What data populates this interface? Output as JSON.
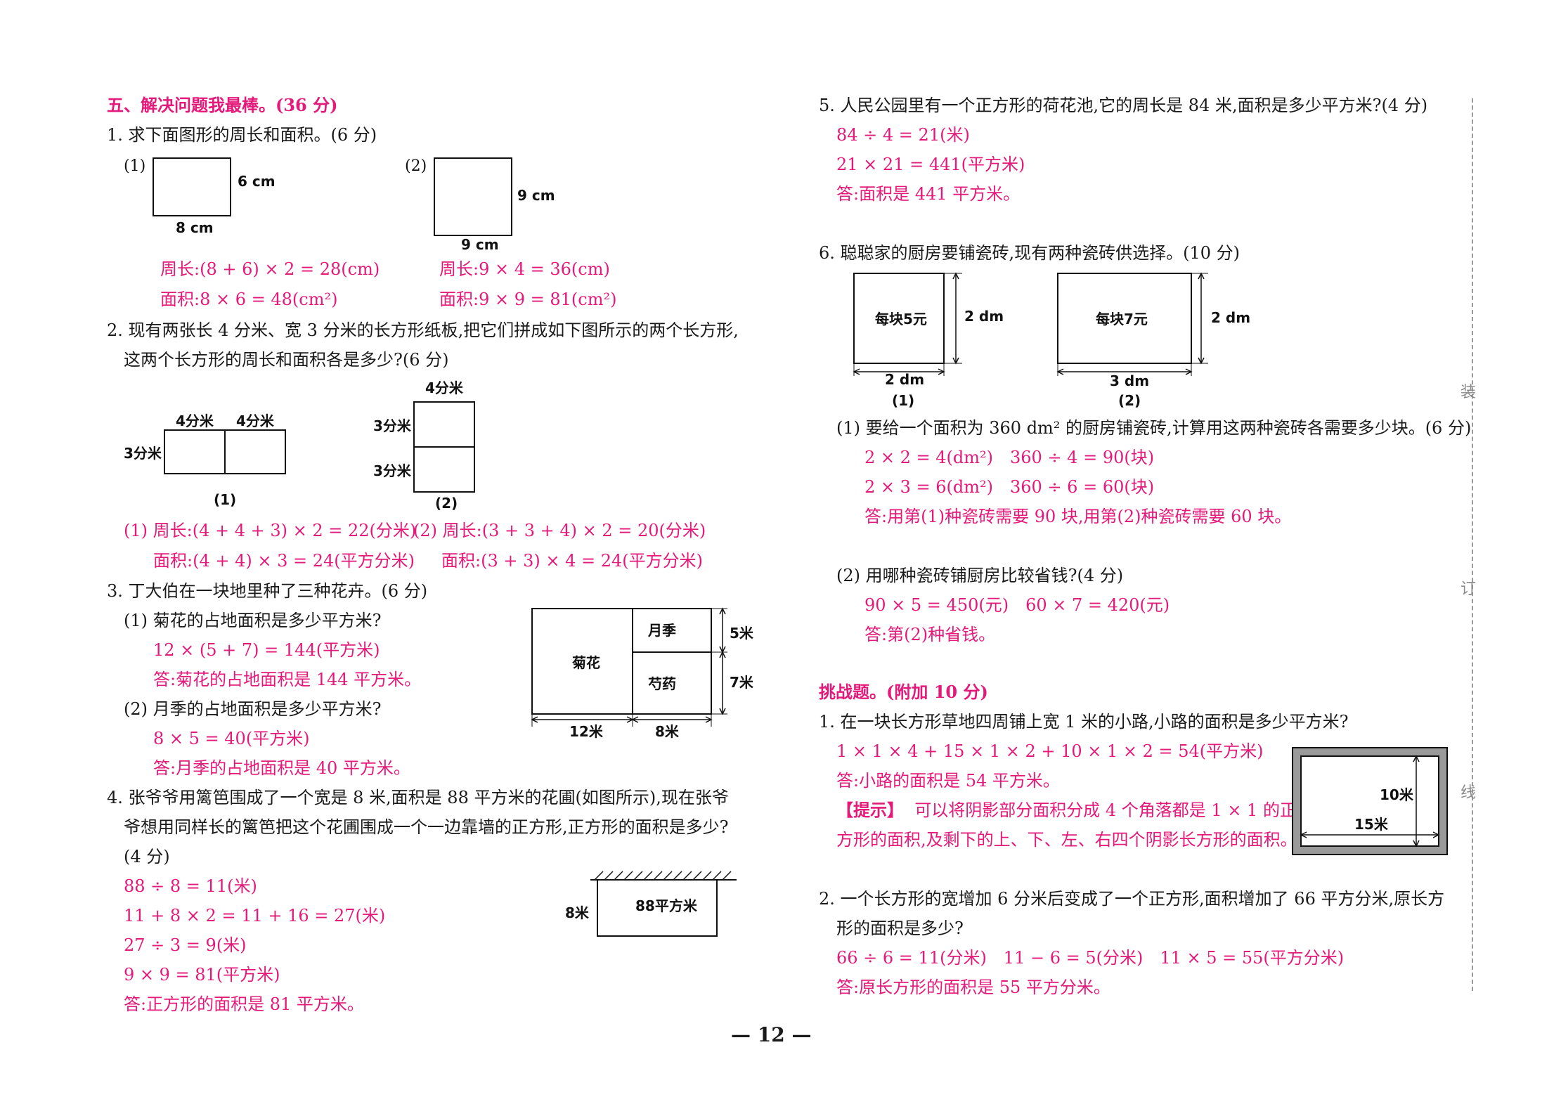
{
  "left": {
    "section_title": "五、解决问题我最棒。(36 分)",
    "q1": {
      "text": "1. 求下面图形的周长和面积。(6 分)",
      "fig1": {
        "label": "(1)",
        "side": "6 cm",
        "bottom": "8 cm"
      },
      "fig2": {
        "label": "(2)",
        "side": "9 cm",
        "bottom": "9 cm"
      },
      "ans1_perimeter": "周长:(8 + 6) × 2 = 28(cm)",
      "ans1_area": "面积:8 × 6 = 48(cm²)",
      "ans2_perimeter": "周长:9 × 4 = 36(cm)",
      "ans2_area": "面积:9 × 9 = 81(cm²)"
    },
    "q2": {
      "text_line1": "2. 现有两张长 4 分米、宽 3 分米的长方形纸板,把它们拼成如下图所示的两个长方形,",
      "text_line2": "这两个长方形的周长和面积各是多少?(6 分)",
      "fig1": {
        "top_a": "4分米",
        "top_b": "4分米",
        "side": "3分米",
        "caption": "(1)"
      },
      "fig2": {
        "top": "4分米",
        "side_a": "3分米",
        "side_b": "3分米",
        "caption": "(2)"
      },
      "ans1_perimeter": "(1) 周长:(4 + 4 + 3) × 2 = 22(分米)",
      "ans1_area": "面积:(4 + 4) × 3 = 24(平方分米)",
      "ans2_perimeter": "(2) 周长:(3 + 3 + 4) × 2 = 20(分米)",
      "ans2_area": "面积:(3 + 3) × 4 = 24(平方分米)"
    },
    "q3": {
      "text": "3. 丁大伯在一块地里种了三种花卉。(6 分)",
      "sub1": "(1) 菊花的占地面积是多少平方米?",
      "sub1_calc": "12 × (5 + 7) = 144(平方米)",
      "sub1_answer": "答:菊花的占地面积是 144 平方米。",
      "sub2": "(2) 月季的占地面积是多少平方米?",
      "sub2_calc": "8 × 5 = 40(平方米)",
      "sub2_answer": "答:月季的占地面积是 40 平方米。",
      "fig": {
        "a": "菊花",
        "b": "月季",
        "c": "芍药",
        "h1": "5米",
        "h2": "7米",
        "w1": "12米",
        "w2": "8米"
      }
    },
    "q4": {
      "text_line1": "4. 张爷爷用篱笆围成了一个宽是 8 米,面积是 88 平方米的花圃(如图所示),现在张爷",
      "text_line2": "爷想用同样长的篱笆把这个花圃围成一个一边靠墙的正方形,正方形的面积是多少?",
      "text_line3": "(4 分)",
      "calc1": "88 ÷ 8 = 11(米)",
      "calc2": "11 + 8 × 2 = 11 + 16 = 27(米)",
      "calc3": "27 ÷ 3 = 9(米)",
      "calc4": "9 × 9 = 81(平方米)",
      "answer": "答:正方形的面积是 81 平方米。",
      "fig": {
        "side": "8米",
        "center": "88平方米"
      }
    }
  },
  "right": {
    "q5": {
      "text": "5. 人民公园里有一个正方形的荷花池,它的周长是 84 米,面积是多少平方米?(4 分)",
      "calc1": "84 ÷ 4 = 21(米)",
      "calc2": "21 × 21 = 441(平方米)",
      "answer": "答:面积是 441 平方米。"
    },
    "q6": {
      "text": "6. 聪聪家的厨房要铺瓷砖,现有两种瓷砖供选择。(10 分)",
      "fig1": {
        "price": "每块5元",
        "side": "2 dm",
        "bottom": "2 dm",
        "caption": "(1)"
      },
      "fig2": {
        "price": "每块7元",
        "side": "2 dm",
        "bottom": "3 dm",
        "caption": "(2)"
      },
      "sub1": "(1) 要给一个面积为 360 dm² 的厨房铺瓷砖,计算用这两种瓷砖各需要多少块。(6 分)",
      "sub1_calc1": "2 × 2 = 4(dm²)　360 ÷ 4 = 90(块)",
      "sub1_calc2": "2 × 3 = 6(dm²)　360 ÷ 6 = 60(块)",
      "sub1_answer": "答:用第(1)种瓷砖需要 90 块,用第(2)种瓷砖需要 60 块。",
      "sub2": "(2) 用哪种瓷砖铺厨房比较省钱?(4 分)",
      "sub2_calc": "90 × 5 = 450(元)　60 × 7 = 420(元)",
      "sub2_answer": "答:第(2)种省钱。"
    },
    "challenge": {
      "title": "挑战题。(附加 10 分)",
      "c1": {
        "text": "1. 在一块长方形草地四周铺上宽 1 米的小路,小路的面积是多少平方米?",
        "calc": "1 × 1 × 4 + 15 × 1 × 2 + 10 × 1 × 2 = 54(平方米)",
        "answer": "答:小路的面积是 54 平方米。",
        "hint_tag": "【提示】",
        "hint_line1": "可以将阴影部分面积分成 4 个角落都是 1 × 1 的正",
        "hint_line2": "方形的面积,及剩下的上、下、左、右四个阴影长方形的面积。",
        "fig": {
          "h": "10米",
          "w": "15米"
        }
      },
      "c2": {
        "text_line1": "2. 一个长方形的宽增加 6 分米后变成了一个正方形,面积增加了 66 平方分米,原长方",
        "text_line2": "形的面积是多少?",
        "calc": "66 ÷ 6 = 11(分米)　11 − 6 = 5(分米)　11 × 5 = 55(平方分米)",
        "answer": "答:原长方形的面积是 55 平方分米。"
      }
    }
  },
  "side_marks": [
    "装",
    "订",
    "线"
  ],
  "page_number": "— 12 —"
}
